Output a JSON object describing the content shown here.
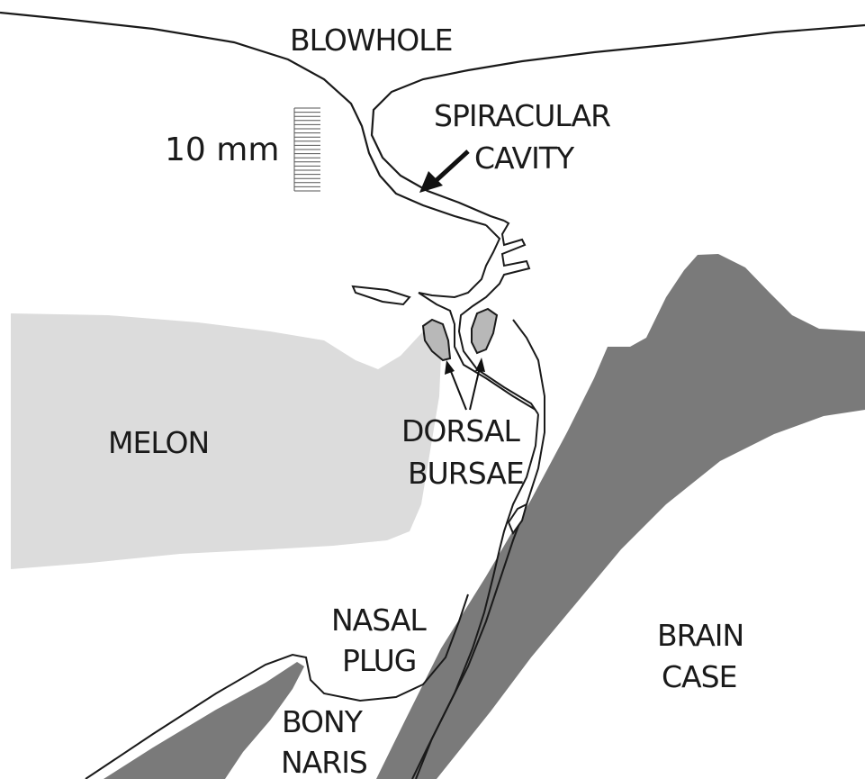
{
  "labels": {
    "blowhole": "BLOWHOLE",
    "spiracular_line1": "SPIRACULAR",
    "spiracular_line2": "CAVITY",
    "scale": "10 mm",
    "melon": "MELON",
    "dorsal_line1": "DORSAL",
    "dorsal_line2": "BURSAE",
    "nasal_line1": "NASAL",
    "nasal_line2": "PLUG",
    "brain_line1": "BRAIN",
    "brain_line2": "CASE",
    "bony_line1": "BONY",
    "bony_line2": "NARIS"
  },
  "colors": {
    "melon_fill": "#dcdcdc",
    "bone_fill": "#7a7a7a",
    "bursae_fill": "#b8b8b8",
    "outline": "#1a1a1a",
    "background": "#ffffff"
  },
  "scale_bar": {
    "length_mm": 10,
    "divisions": 10
  }
}
